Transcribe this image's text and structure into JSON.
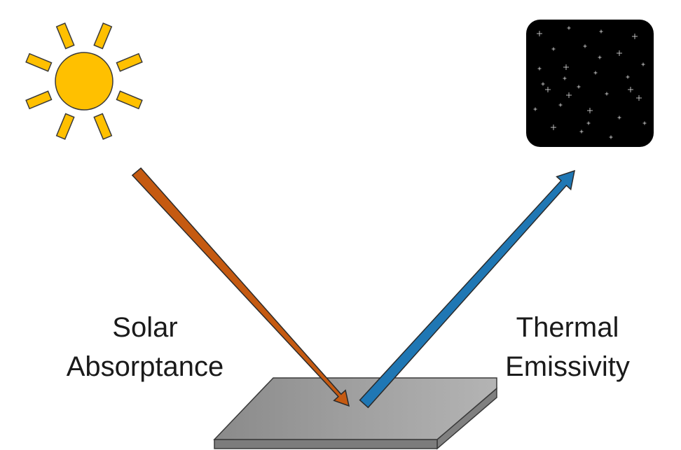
{
  "labels": {
    "solar": {
      "line1": "Solar",
      "line2": "Absorptance"
    },
    "thermal": {
      "line1": "Thermal",
      "line2": "Emissivity"
    }
  },
  "icons": {
    "sun": "sun-icon",
    "night_sky": "night-sky-icon"
  },
  "colors": {
    "sun_fill": "#FFC000",
    "sun_stroke": "#3a3a3a",
    "solar_arrow": "#C55A11",
    "thermal_arrow": "#1F77B4",
    "plate_top": "#8C8C8C",
    "plate_side": "#7a7a7a",
    "sky": "#000000"
  }
}
